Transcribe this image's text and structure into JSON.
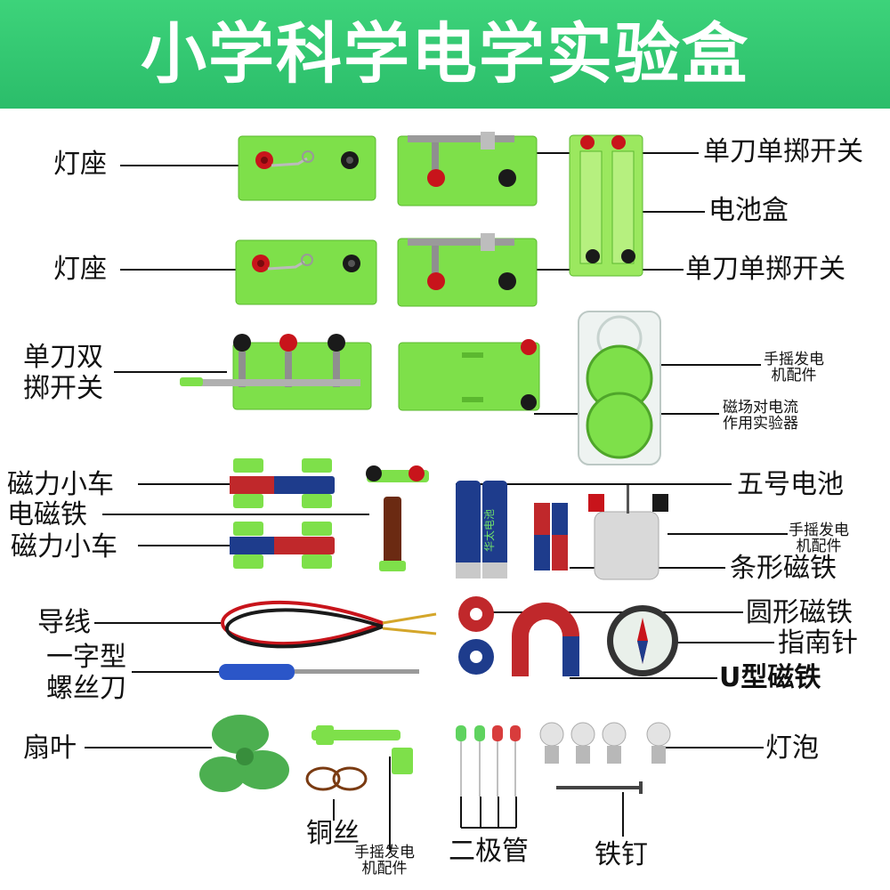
{
  "header": {
    "title": "小学科学电学实验盒"
  },
  "labels": {
    "lamp_holder_1": "灯座",
    "lamp_holder_2": "灯座",
    "spst_switch_1": "单刀单掷开关",
    "battery_box": "电池盒",
    "spst_switch_2": "单刀单掷开关",
    "spdt_switch_line1": "单刀双",
    "spdt_switch_line2": "掷开关",
    "generator_part_1_line1": "手摇发电",
    "generator_part_1_line2": "机配件",
    "magnetic_field_line1": "磁场对电流",
    "magnetic_field_line2": "作用实验器",
    "magnetic_car_1": "磁力小车",
    "electromagnet": "电磁铁",
    "magnetic_car_2": "磁力小车",
    "aa_battery": "五号电池",
    "generator_part_2_line1": "手摇发电",
    "generator_part_2_line2": "机配件",
    "bar_magnet": "条形磁铁",
    "wire": "导线",
    "ring_magnet": "圆形磁铁",
    "screwdriver_line1": "一字型",
    "screwdriver_line2": "螺丝刀",
    "compass": "指南针",
    "u_magnet": "U型磁铁",
    "fan_blade": "扇叶",
    "bulb": "灯泡",
    "copper_wire": "铜丝",
    "generator_part_3_line1": "手摇发电",
    "generator_part_3_line2": "机配件",
    "diode": "二极管",
    "iron_nail": "铁钉"
  },
  "battery_brand": "华太电池",
  "colors": {
    "banner": "#2bbd6a",
    "board_green": "#7ee04a",
    "terminal_red": "#c8141b",
    "terminal_black": "#1a1a1a",
    "magnet_red": "#c0282b",
    "magnet_blue": "#1e3c8c"
  }
}
